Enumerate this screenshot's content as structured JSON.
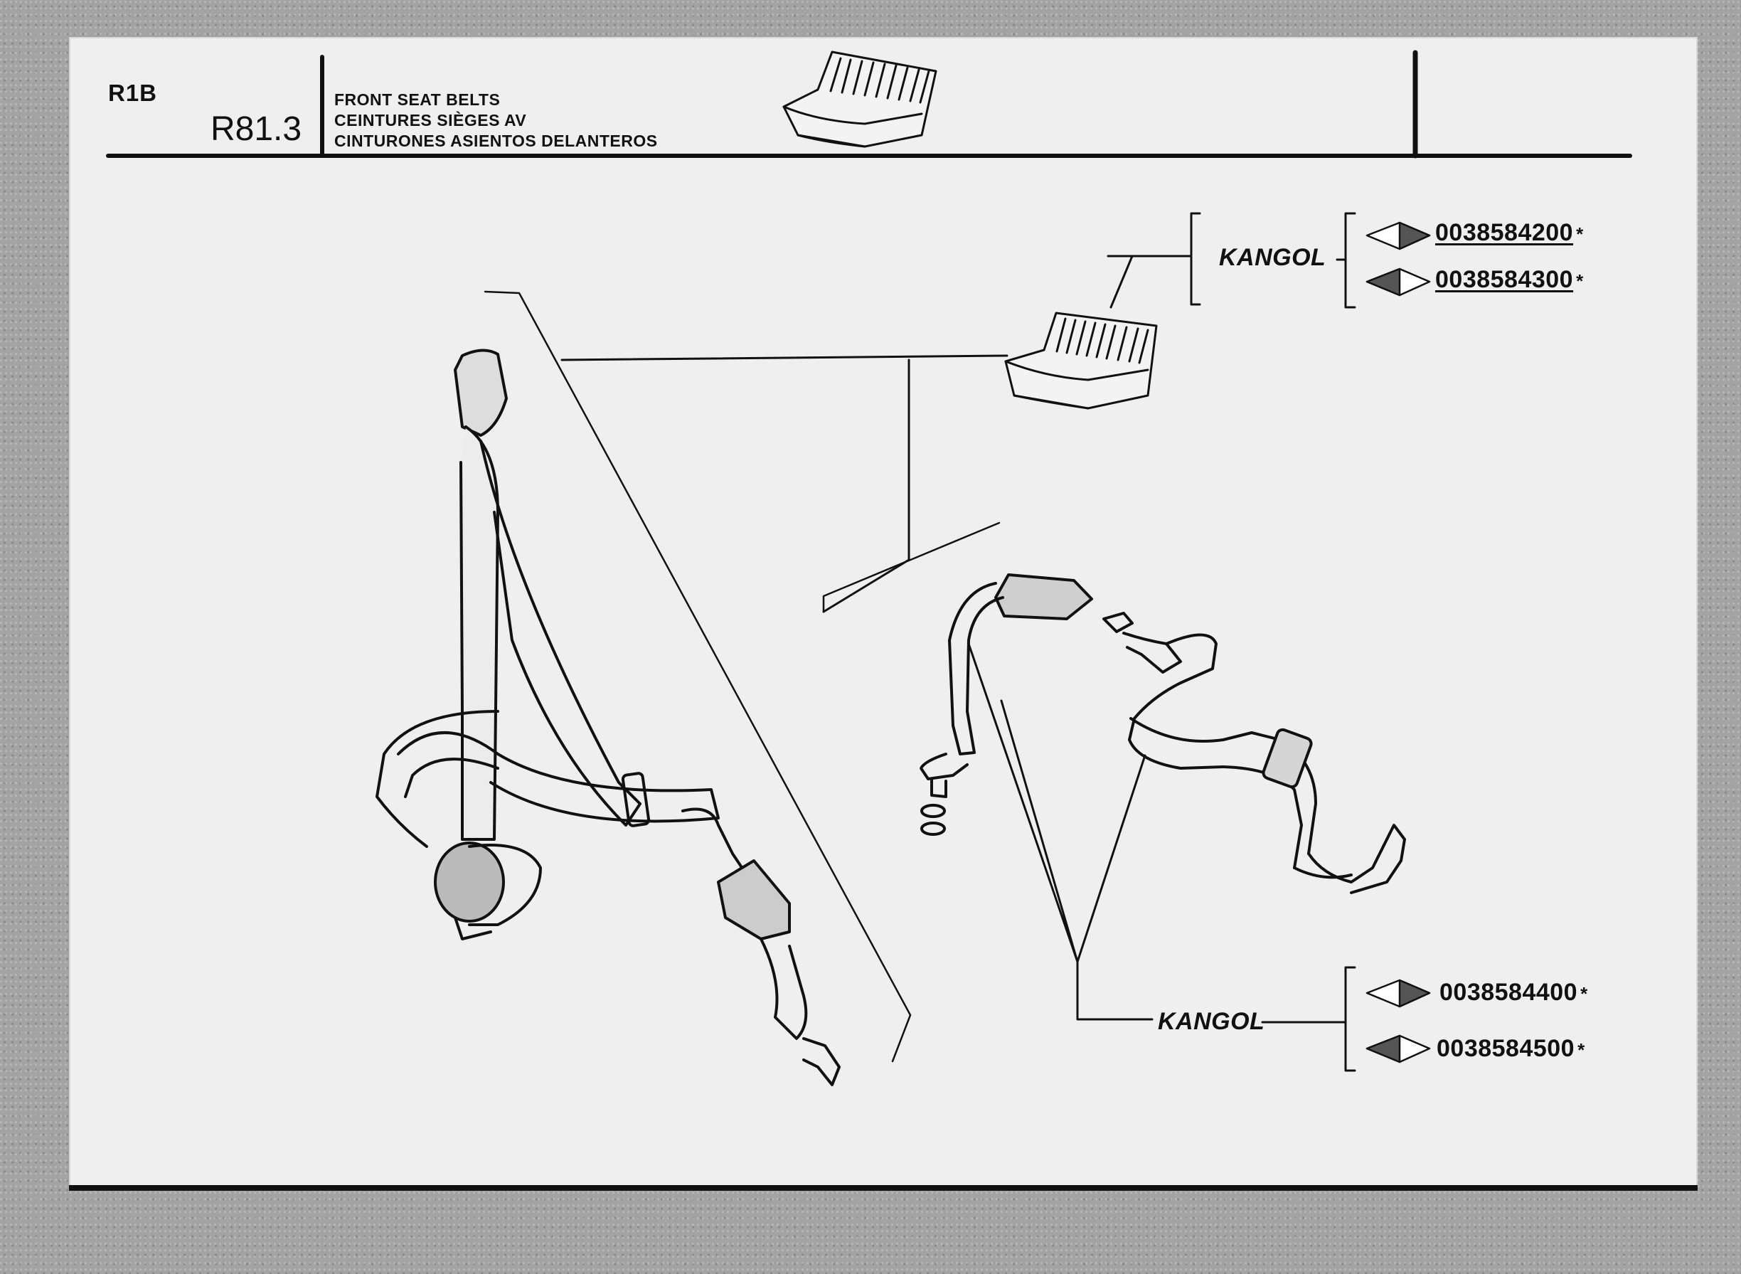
{
  "header": {
    "section_code": "R1B",
    "page_code": "R81.3",
    "title_lines": [
      "FRONT SEAT BELTS",
      "CEINTURES SIÈGES AV",
      "CINTURONES ASIENTOS DELANTEROS"
    ]
  },
  "groups": [
    {
      "brand": "KANGOL",
      "parts": [
        {
          "number": "0038584200",
          "marker": "*",
          "side_icon": "right-diamond-icon"
        },
        {
          "number": "0038584300",
          "marker": "*",
          "side_icon": "left-diamond-icon"
        }
      ]
    },
    {
      "brand": "KANGOL",
      "parts": [
        {
          "number": "0038584400",
          "marker": "*",
          "side_icon": "right-diamond-icon"
        },
        {
          "number": "0038584500",
          "marker": "*",
          "side_icon": "left-diamond-icon"
        }
      ]
    }
  ]
}
